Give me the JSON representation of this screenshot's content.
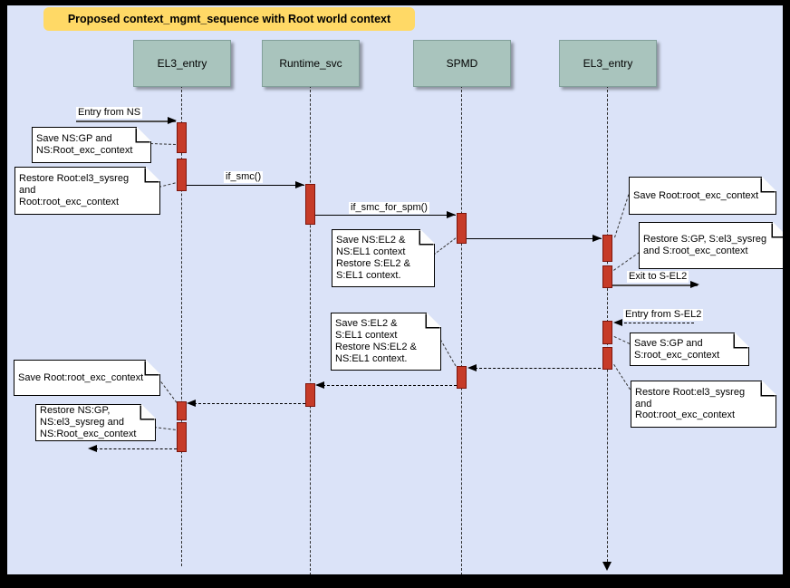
{
  "title": "Proposed context_mgmt_sequence with Root world context",
  "actors": [
    {
      "label": "EL3_entry"
    },
    {
      "label": "Runtime_svc"
    },
    {
      "label": "SPMD"
    },
    {
      "label": "EL3_entry"
    }
  ],
  "msg_labels": {
    "entry_from_ns": "Entry from NS",
    "if_smc": "if_smc()",
    "if_smc_for_spm": "if_smc_for_spm()",
    "exit_to_sel2": "Exit to S-EL2",
    "entry_from_sel2": "Entry from S-EL2"
  },
  "notes": [
    {
      "text": "Save NS:GP and\nNS:Root_exc_context"
    },
    {
      "text": "Restore Root:el3_sysreg\nand\nRoot:root_exc_context"
    },
    {
      "text": "Save NS:EL2 &\nNS:EL1 context\nRestore S:EL2 &\nS:EL1 context."
    },
    {
      "text": "Save Root:root_exc_context"
    },
    {
      "text": "Restore S:GP, S:el3_sysreg\nand S:root_exc_context"
    },
    {
      "text": "Save S:EL2 &\nS:EL1 context\nRestore NS:EL2 &\nNS:EL1 context."
    },
    {
      "text": "Save S:GP and\nS:root_exc_context"
    },
    {
      "text": "Restore Root:el3_sysreg\nand\nRoot:root_exc_context"
    },
    {
      "text": "Save Root:root_exc_context"
    },
    {
      "text": "Restore NS:GP,\nNS:el3_sysreg and\nNS:Root_exc_context"
    }
  ],
  "colors": {
    "background": "#dbe3f8",
    "frame": "#000000",
    "title_bg": "#ffd966",
    "actor_fill": "#a9c4bd",
    "actor_border": "#82a09a",
    "activation_fill": "#c63b28",
    "activation_border": "#7c150c",
    "note_fill": "#ffffff",
    "line": "#000000"
  }
}
